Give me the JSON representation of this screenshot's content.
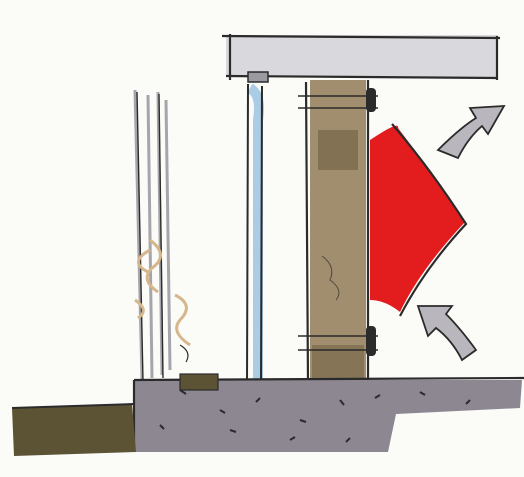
{
  "diagram": {
    "kind": "hand-drawn architectural section sketch",
    "palette": {
      "paper": "#fbfbf8",
      "ink": "#2b2b2b",
      "slab_top": "#d9d8dc",
      "wall_wood": "#8f7a57",
      "wall_wood_dark": "#6f5e41",
      "water_blue": "#9cc3e2",
      "heat_red": "#e31d1d",
      "ground_grey": "#8c8791",
      "earth_olive": "#5c5234",
      "arrow_grey": "#b9b6bd",
      "tan_trace": "#d6b68b"
    },
    "icons": [
      "left-vertical-post",
      "blue-pipe",
      "timber-wall",
      "red-radiation",
      "air-arrow-up-right",
      "air-arrow-up-left"
    ]
  }
}
